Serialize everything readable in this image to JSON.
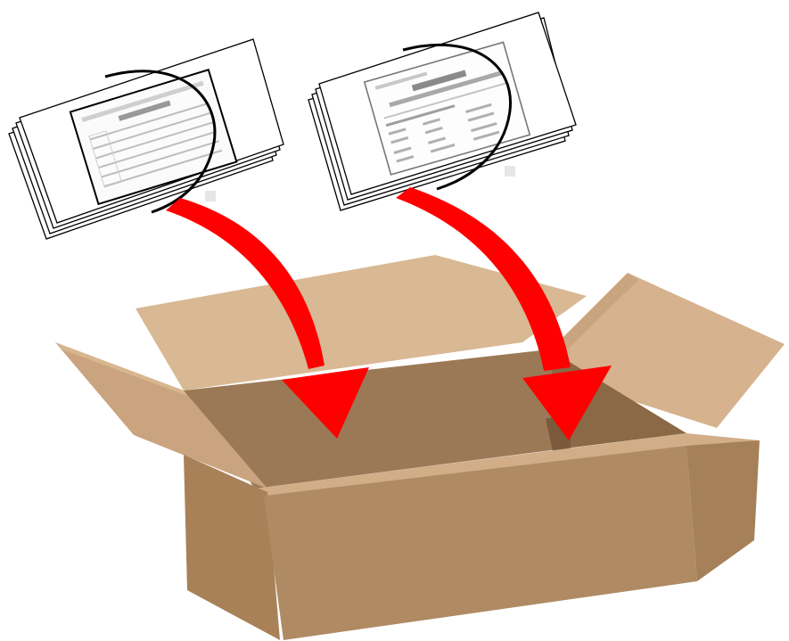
{
  "diagram": {
    "description_visible_text": "",
    "documents": [
      {
        "id": "left-stack",
        "sheet_count": 4,
        "form_lines": 7
      },
      {
        "id": "right-stack",
        "sheet_count": 4,
        "form_lines": 9
      }
    ],
    "arrows": [
      {
        "from": "left-stack",
        "to": "box"
      },
      {
        "from": "right-stack",
        "to": "box"
      }
    ],
    "colors": {
      "background": "#ffffff",
      "arrow": "#ff0000",
      "box_front": "#b08a63",
      "box_side": "#a58058",
      "box_inside": "#8e6e4d",
      "box_flap_light": "#d9b894",
      "box_flap_mid": "#c9a47e",
      "paper": "#ffffff",
      "paper_outline": "#000000",
      "clip_curve": "#000000"
    }
  }
}
